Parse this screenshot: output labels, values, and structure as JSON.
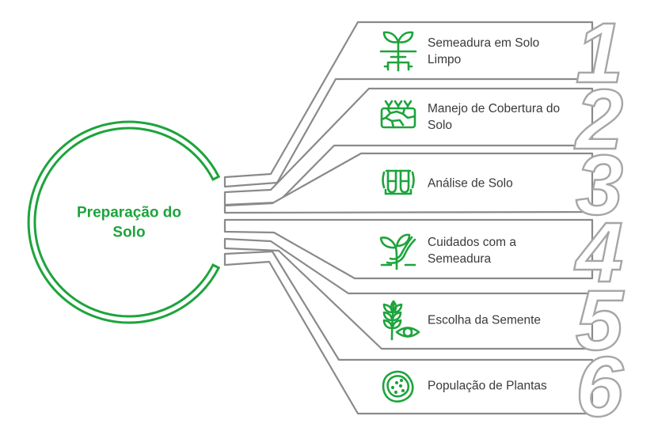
{
  "center": {
    "title": "Preparação do\nSolo"
  },
  "items": [
    {
      "number": "1",
      "label": "Semeadura em Solo\nLimpo",
      "icon": "seedling-roots-icon"
    },
    {
      "number": "2",
      "label": "Manejo de Cobertura do\nSolo",
      "icon": "soil-cover-icon"
    },
    {
      "number": "3",
      "label": "Análise de Solo",
      "icon": "test-tubes-icon"
    },
    {
      "number": "4",
      "label": "Cuidados com a\nSemeadura",
      "icon": "hand-seedling-icon"
    },
    {
      "number": "5",
      "label": "Escolha da Semente",
      "icon": "seed-eye-icon"
    },
    {
      "number": "6",
      "label": "População de Plantas",
      "icon": "seed-population-icon"
    }
  ],
  "colors": {
    "green": "#1da43c",
    "line_gray": "#8a8a8a",
    "number_gray": "#a6a6a6",
    "text": "#3a3a3a"
  }
}
